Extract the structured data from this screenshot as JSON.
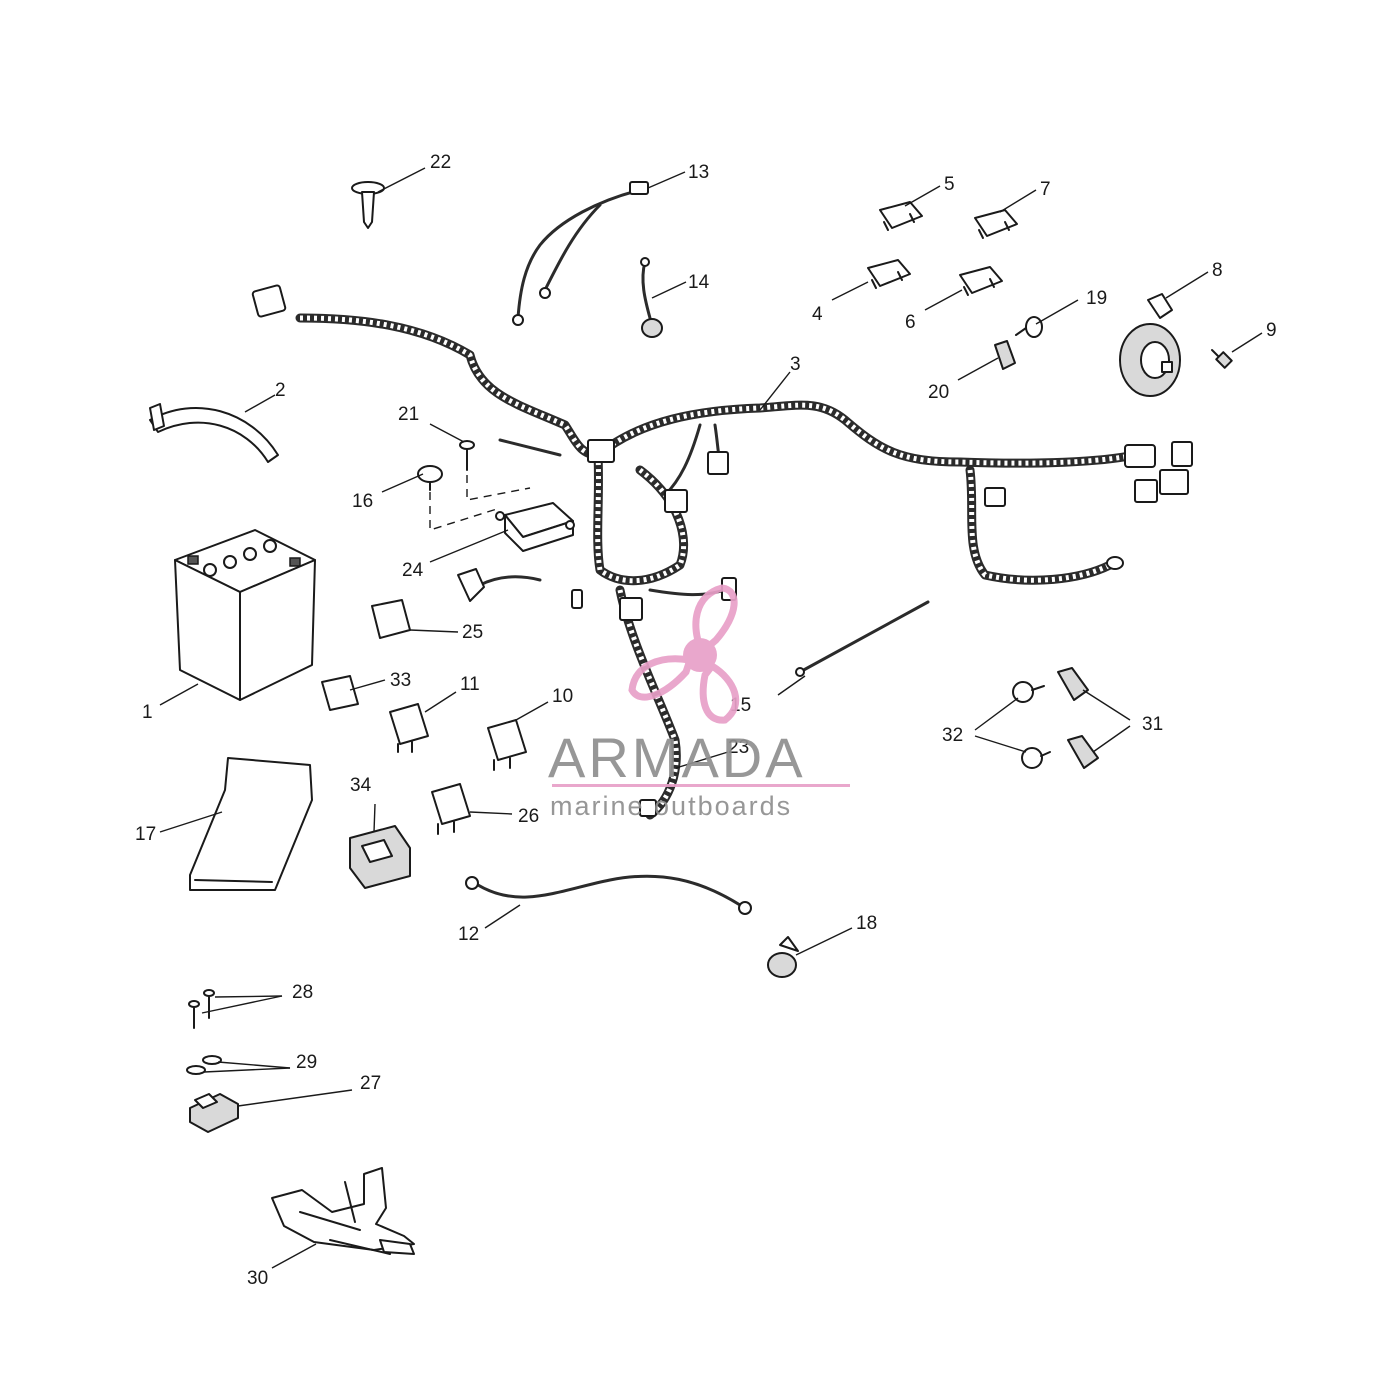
{
  "watermark": {
    "brand": "ARMADA",
    "tagline": "marine outboards",
    "logo_color": "#e8a0c8",
    "text_color": "#8f8f8f"
  },
  "callouts": [
    {
      "id": "1",
      "label": "1"
    },
    {
      "id": "2",
      "label": "2"
    },
    {
      "id": "3",
      "label": "3"
    },
    {
      "id": "4",
      "label": "4"
    },
    {
      "id": "5",
      "label": "5"
    },
    {
      "id": "6",
      "label": "6"
    },
    {
      "id": "7",
      "label": "7"
    },
    {
      "id": "8",
      "label": "8"
    },
    {
      "id": "9",
      "label": "9"
    },
    {
      "id": "10",
      "label": "10"
    },
    {
      "id": "11",
      "label": "11"
    },
    {
      "id": "12",
      "label": "12"
    },
    {
      "id": "13",
      "label": "13"
    },
    {
      "id": "14",
      "label": "14"
    },
    {
      "id": "15",
      "label": "15"
    },
    {
      "id": "16",
      "label": "16"
    },
    {
      "id": "17",
      "label": "17"
    },
    {
      "id": "18",
      "label": "18"
    },
    {
      "id": "19",
      "label": "19"
    },
    {
      "id": "20",
      "label": "20"
    },
    {
      "id": "21",
      "label": "21"
    },
    {
      "id": "22",
      "label": "22"
    },
    {
      "id": "23",
      "label": "23"
    },
    {
      "id": "24",
      "label": "24"
    },
    {
      "id": "25",
      "label": "25"
    },
    {
      "id": "26",
      "label": "26"
    },
    {
      "id": "27",
      "label": "27"
    },
    {
      "id": "28",
      "label": "28"
    },
    {
      "id": "29",
      "label": "29"
    },
    {
      "id": "30",
      "label": "30"
    },
    {
      "id": "31",
      "label": "31"
    },
    {
      "id": "32",
      "label": "32"
    },
    {
      "id": "33",
      "label": "33"
    },
    {
      "id": "34",
      "label": "34"
    }
  ]
}
